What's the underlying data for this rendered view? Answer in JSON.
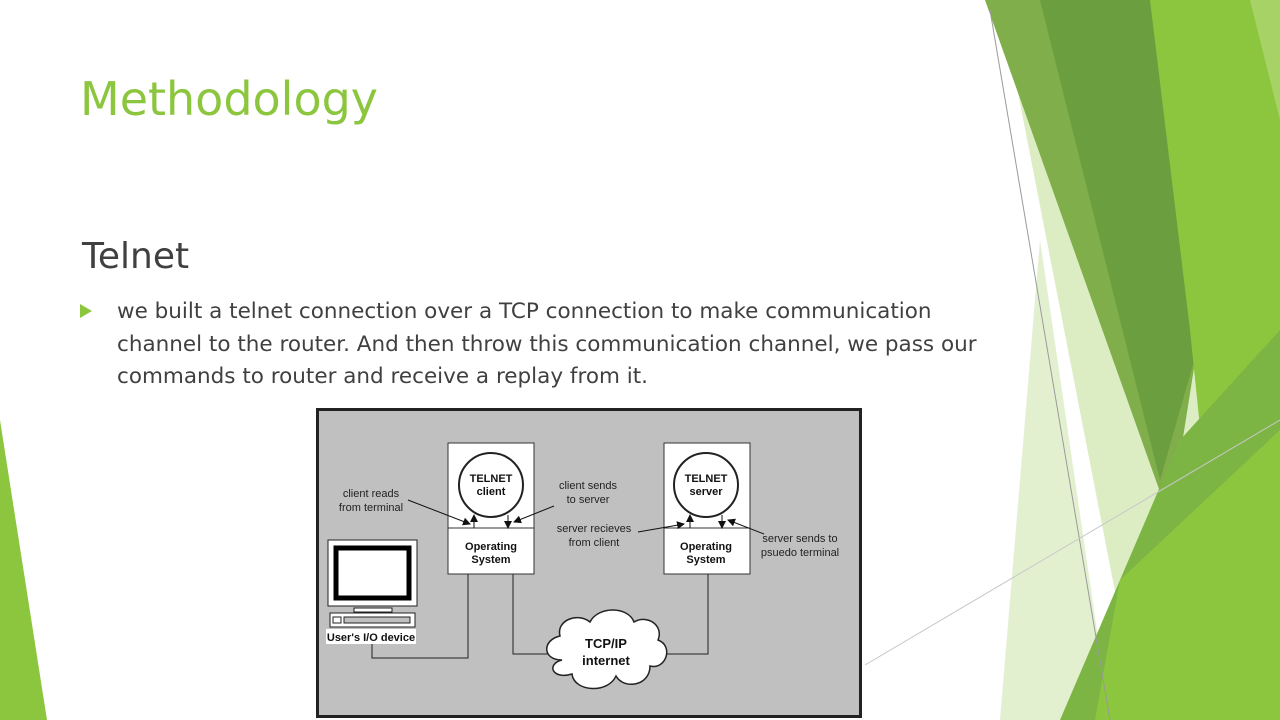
{
  "slide": {
    "title": "Methodology",
    "subtitle": "Telnet",
    "bullet": "we built a telnet connection over a TCP connection to make communication channel to the router. And then throw this communication channel, we pass our commands to router and receive a replay from it.",
    "accent_color": "#8cc63f"
  },
  "diagram": {
    "client_label_1": "TELNET",
    "client_label_2": "client",
    "server_label_1": "TELNET",
    "server_label_2": "server",
    "os_client_1": "Operating",
    "os_client_2": "System",
    "os_server_1": "Operating",
    "os_server_2": "System",
    "client_reads_1": "client reads",
    "client_reads_2": "from terminal",
    "client_sends_1": "client sends",
    "client_sends_2": "to server",
    "server_receives_1": "server recieves",
    "server_receives_2": "from client",
    "server_sends_1": "server sends to",
    "server_sends_2": "psuedo terminal",
    "io_device": "User's I/O device",
    "cloud_1": "TCP/IP",
    "cloud_2": "internet"
  }
}
